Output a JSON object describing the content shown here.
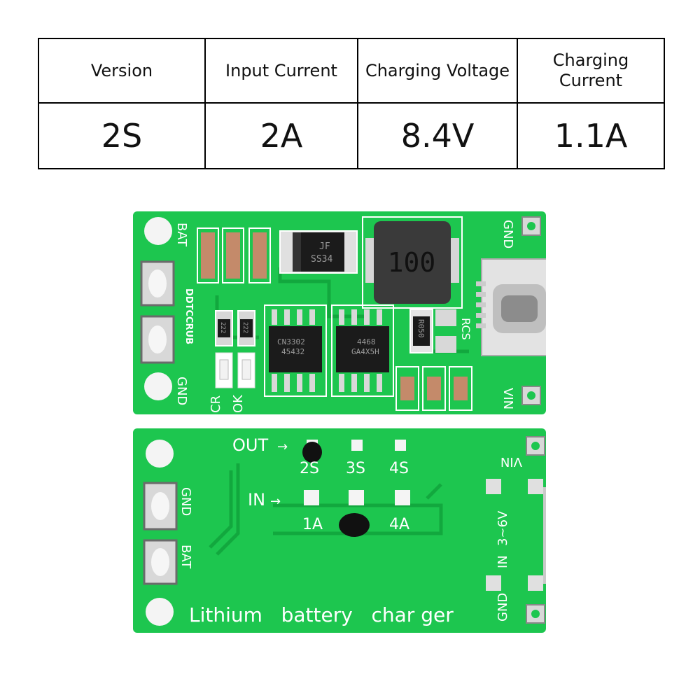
{
  "spec_table": {
    "headers": [
      "Version",
      "Input Current",
      "Charging Voltage",
      "Charging\nCurrent"
    ],
    "values": [
      "2S",
      "2A",
      "8.4V",
      "1.1A"
    ]
  },
  "board_top": {
    "pad_labels": {
      "bat": "BAT",
      "gnd_left": "GND",
      "gnd_right": "GND",
      "vin": "VIN",
      "rcs": "RCS",
      "cr": "CR",
      "ok": "OK"
    },
    "model_code": "DDTCCRUB",
    "inductor_marking": "100",
    "diode_marking": [
      "JF",
      "SS34"
    ],
    "ic1_marking": [
      "CN3302",
      "45432"
    ],
    "ic2_marking": [
      "4468",
      "GA4X5H"
    ],
    "resistor_marking": "R050",
    "small_resistor_marking": "222"
  },
  "board_bottom": {
    "out_label": "OUT",
    "in_label": "IN",
    "out_options": [
      "2S",
      "3S",
      "4S"
    ],
    "in_options": [
      "1A",
      "4A"
    ],
    "pad_labels": {
      "gnd_left": "GND",
      "bat": "BAT",
      "vin": "VIN",
      "in": "IN",
      "gnd_right": "GND"
    },
    "input_range": "3~6V",
    "caption": "Lithium   battery   char ger"
  },
  "colors": {
    "pcb": "#19c24b",
    "pcb_dark": "#0f9a36",
    "silk": "#ffffff",
    "pad": "#d9d9d9"
  }
}
